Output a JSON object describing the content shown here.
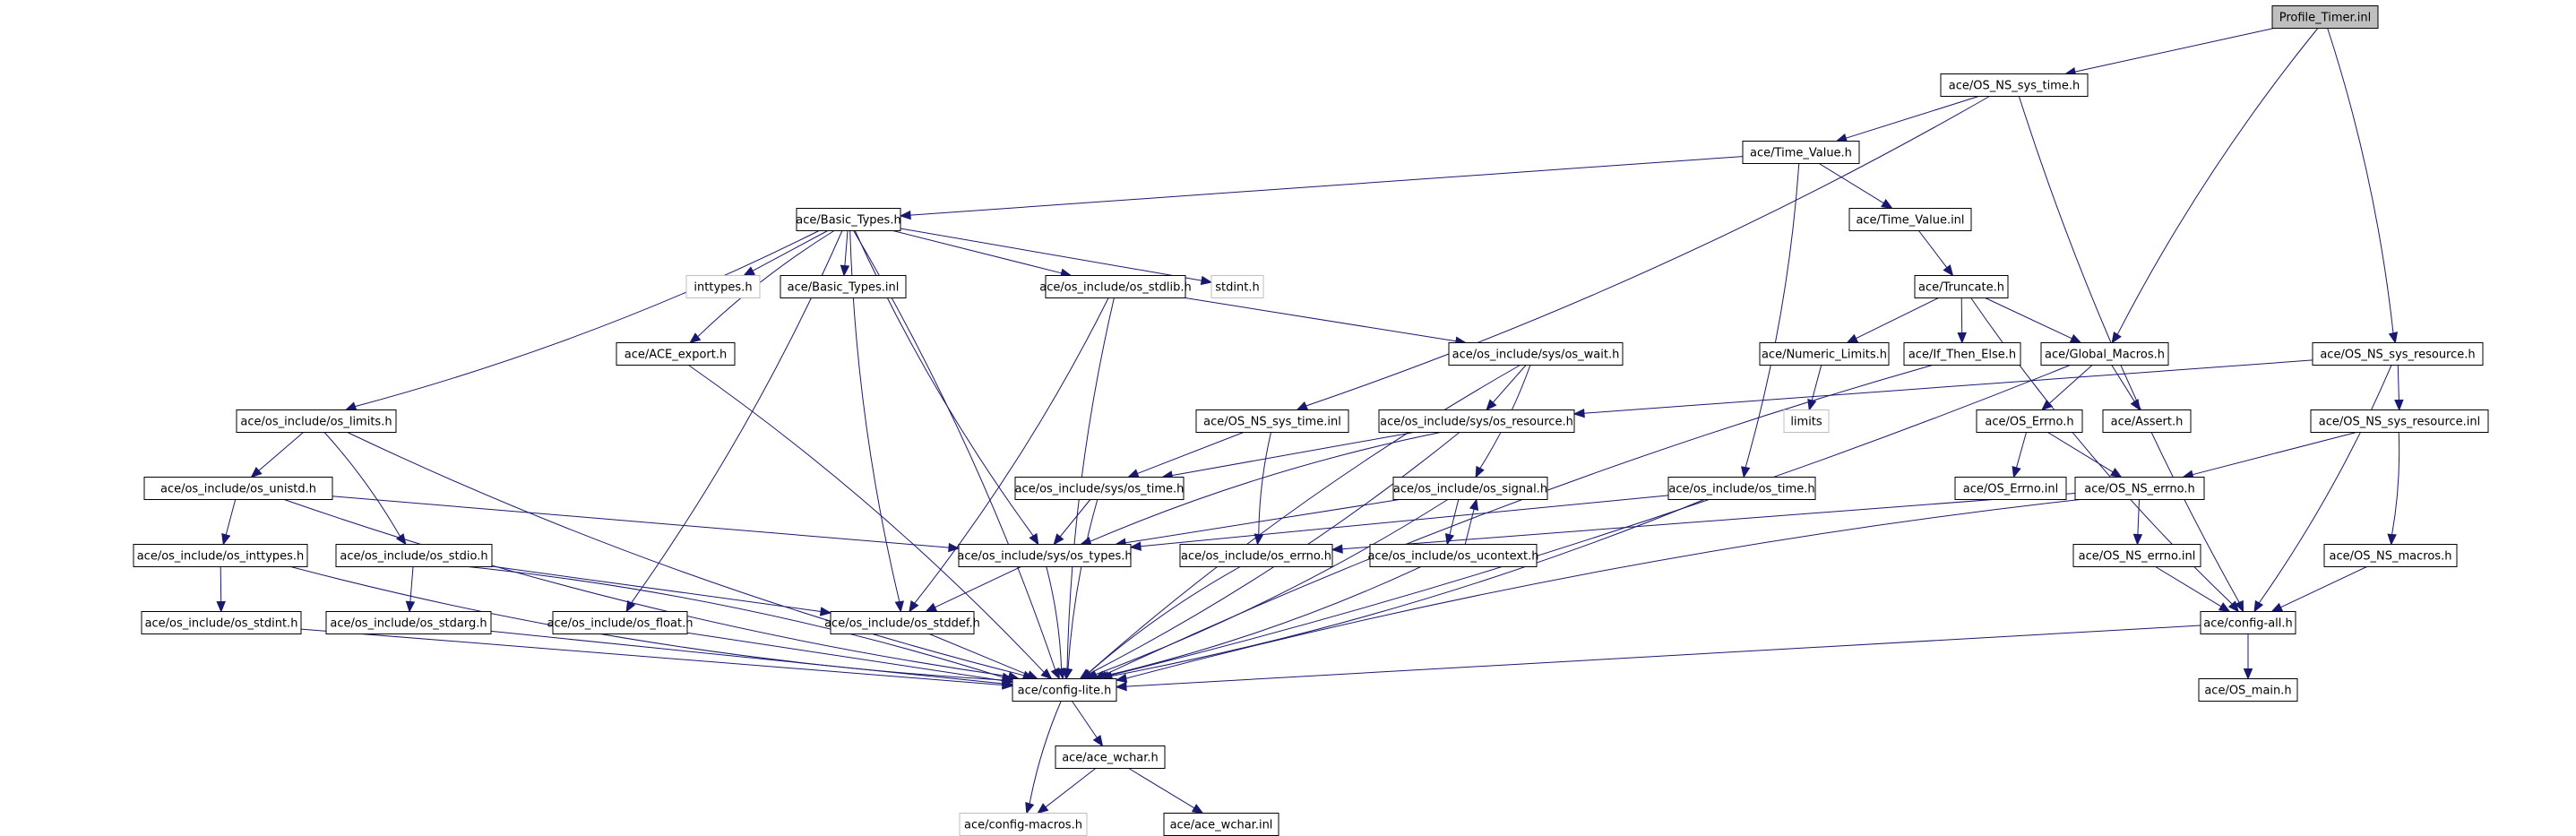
{
  "title": "Profile_Timer.inl include dependency graph",
  "colors": {
    "edge": "#191970",
    "root_fill": "#bfbfbf",
    "external_border": "#bfbfbf"
  },
  "nodes": [
    {
      "id": "profile_timer_inl",
      "label": "Profile_Timer.inl",
      "kind": "root"
    },
    {
      "id": "os_ns_sys_time_h",
      "label": "ace/OS_NS_sys_time.h"
    },
    {
      "id": "time_value_h",
      "label": "ace/Time_Value.h"
    },
    {
      "id": "basic_types_h",
      "label": "ace/Basic_Types.h"
    },
    {
      "id": "time_value_inl",
      "label": "ace/Time_Value.inl"
    },
    {
      "id": "inttypes_h",
      "label": "inttypes.h",
      "kind": "external"
    },
    {
      "id": "basic_types_inl",
      "label": "ace/Basic_Types.inl"
    },
    {
      "id": "os_stdlib_h",
      "label": "ace/os_include/os_stdlib.h"
    },
    {
      "id": "stdint_h",
      "label": "stdint.h",
      "kind": "external"
    },
    {
      "id": "truncate_h",
      "label": "ace/Truncate.h"
    },
    {
      "id": "ace_export_h",
      "label": "ace/ACE_export.h"
    },
    {
      "id": "os_wait_h",
      "label": "ace/os_include/sys/os_wait.h"
    },
    {
      "id": "numeric_limits_h",
      "label": "ace/Numeric_Limits.h"
    },
    {
      "id": "if_then_else_h",
      "label": "ace/If_Then_Else.h"
    },
    {
      "id": "global_macros_h",
      "label": "ace/Global_Macros.h"
    },
    {
      "id": "os_ns_sys_resource_h",
      "label": "ace/OS_NS_sys_resource.h"
    },
    {
      "id": "os_limits_h",
      "label": "ace/os_include/os_limits.h"
    },
    {
      "id": "os_ns_sys_time_inl",
      "label": "ace/OS_NS_sys_time.inl"
    },
    {
      "id": "os_resource_h",
      "label": "ace/os_include/sys/os_resource.h"
    },
    {
      "id": "limits",
      "label": "limits",
      "kind": "external"
    },
    {
      "id": "os_errno_h",
      "label": "ace/OS_Errno.h"
    },
    {
      "id": "assert_h",
      "label": "ace/Assert.h"
    },
    {
      "id": "os_ns_sys_resource_inl",
      "label": "ace/OS_NS_sys_resource.inl"
    },
    {
      "id": "os_unistd_h",
      "label": "ace/os_include/os_unistd.h"
    },
    {
      "id": "sys_os_time_h",
      "label": "ace/os_include/sys/os_time.h"
    },
    {
      "id": "os_signal_h",
      "label": "ace/os_include/os_signal.h"
    },
    {
      "id": "os_time_h",
      "label": "ace/os_include/os_time.h"
    },
    {
      "id": "os_errno_inl",
      "label": "ace/OS_Errno.inl"
    },
    {
      "id": "os_ns_errno_h",
      "label": "ace/OS_NS_errno.h"
    },
    {
      "id": "os_inttypes_h",
      "label": "ace/os_include/os_inttypes.h"
    },
    {
      "id": "os_stdio_h",
      "label": "ace/os_include/os_stdio.h"
    },
    {
      "id": "os_types_h",
      "label": "ace/os_include/sys/os_types.h"
    },
    {
      "id": "os_include_errno_h",
      "label": "ace/os_include/os_errno.h"
    },
    {
      "id": "os_ucontext_h",
      "label": "ace/os_include/os_ucontext.h"
    },
    {
      "id": "os_ns_errno_inl",
      "label": "ace/OS_NS_errno.inl"
    },
    {
      "id": "os_ns_macros_h",
      "label": "ace/OS_NS_macros.h"
    },
    {
      "id": "os_stdint_h",
      "label": "ace/os_include/os_stdint.h"
    },
    {
      "id": "os_stdarg_h",
      "label": "ace/os_include/os_stdarg.h"
    },
    {
      "id": "os_float_h",
      "label": "ace/os_include/os_float.h"
    },
    {
      "id": "os_stddef_h",
      "label": "ace/os_include/os_stddef.h"
    },
    {
      "id": "config_all_h",
      "label": "ace/config-all.h"
    },
    {
      "id": "config_lite_h",
      "label": "ace/config-lite.h"
    },
    {
      "id": "os_main_h",
      "label": "ace/OS_main.h"
    },
    {
      "id": "ace_wchar_h",
      "label": "ace/ace_wchar.h"
    },
    {
      "id": "config_macros_h",
      "label": "ace/config-macros.h",
      "kind": "external"
    },
    {
      "id": "ace_wchar_inl",
      "label": "ace/ace_wchar.inl"
    }
  ],
  "edges": [
    [
      "profile_timer_inl",
      "os_ns_sys_time_h"
    ],
    [
      "profile_timer_inl",
      "global_macros_h"
    ],
    [
      "profile_timer_inl",
      "os_ns_sys_resource_h"
    ],
    [
      "os_ns_sys_time_h",
      "time_value_h"
    ],
    [
      "os_ns_sys_time_h",
      "os_ns_sys_time_inl"
    ],
    [
      "os_ns_sys_time_h",
      "config_all_h"
    ],
    [
      "time_value_h",
      "basic_types_h"
    ],
    [
      "time_value_h",
      "time_value_inl"
    ],
    [
      "time_value_h",
      "os_time_h"
    ],
    [
      "basic_types_h",
      "inttypes_h"
    ],
    [
      "basic_types_h",
      "basic_types_inl"
    ],
    [
      "basic_types_h",
      "os_stdlib_h"
    ],
    [
      "basic_types_h",
      "stdint_h"
    ],
    [
      "basic_types_h",
      "ace_export_h"
    ],
    [
      "basic_types_h",
      "os_limits_h"
    ],
    [
      "basic_types_h",
      "os_types_h"
    ],
    [
      "basic_types_h",
      "os_float_h"
    ],
    [
      "basic_types_h",
      "os_stddef_h"
    ],
    [
      "basic_types_h",
      "config_lite_h"
    ],
    [
      "time_value_inl",
      "truncate_h"
    ],
    [
      "truncate_h",
      "numeric_limits_h"
    ],
    [
      "truncate_h",
      "if_then_else_h"
    ],
    [
      "truncate_h",
      "global_macros_h"
    ],
    [
      "truncate_h",
      "config_all_h"
    ],
    [
      "numeric_limits_h",
      "limits"
    ],
    [
      "if_then_else_h",
      "config_lite_h"
    ],
    [
      "global_macros_h",
      "os_errno_h"
    ],
    [
      "global_macros_h",
      "assert_h"
    ],
    [
      "global_macros_h",
      "config_lite_h"
    ],
    [
      "os_stdlib_h",
      "os_wait_h"
    ],
    [
      "os_stdlib_h",
      "os_stddef_h"
    ],
    [
      "os_stdlib_h",
      "config_lite_h"
    ],
    [
      "ace_export_h",
      "config_lite_h"
    ],
    [
      "os_wait_h",
      "os_resource_h"
    ],
    [
      "os_wait_h",
      "os_signal_h"
    ],
    [
      "os_wait_h",
      "config_lite_h"
    ],
    [
      "os_ns_sys_resource_h",
      "os_resource_h"
    ],
    [
      "os_ns_sys_resource_h",
      "os_ns_sys_resource_inl"
    ],
    [
      "os_ns_sys_resource_h",
      "config_all_h"
    ],
    [
      "os_ns_sys_resource_inl",
      "os_ns_errno_h"
    ],
    [
      "os_ns_sys_resource_inl",
      "os_ns_macros_h"
    ],
    [
      "os_limits_h",
      "os_unistd_h"
    ],
    [
      "os_limits_h",
      "os_stdio_h"
    ],
    [
      "os_limits_h",
      "config_lite_h"
    ],
    [
      "os_ns_sys_time_inl",
      "sys_os_time_h"
    ],
    [
      "os_ns_sys_time_inl",
      "os_include_errno_h"
    ],
    [
      "os_resource_h",
      "sys_os_time_h"
    ],
    [
      "os_resource_h",
      "os_types_h"
    ],
    [
      "os_resource_h",
      "config_lite_h"
    ],
    [
      "os_errno_h",
      "os_errno_inl"
    ],
    [
      "os_errno_h",
      "os_ns_errno_h"
    ],
    [
      "os_unistd_h",
      "os_inttypes_h"
    ],
    [
      "os_unistd_h",
      "os_types_h"
    ],
    [
      "os_unistd_h",
      "config_lite_h"
    ],
    [
      "sys_os_time_h",
      "os_types_h"
    ],
    [
      "sys_os_time_h",
      "config_lite_h"
    ],
    [
      "os_signal_h",
      "os_ucontext_h"
    ],
    [
      "os_signal_h",
      "os_types_h"
    ],
    [
      "os_signal_h",
      "config_lite_h"
    ],
    [
      "os_ucontext_h",
      "os_signal_h"
    ],
    [
      "os_ucontext_h",
      "config_lite_h"
    ],
    [
      "os_time_h",
      "os_types_h"
    ],
    [
      "os_time_h",
      "config_lite_h"
    ],
    [
      "os_ns_errno_h",
      "os_include_errno_h"
    ],
    [
      "os_ns_errno_h",
      "os_ns_errno_inl"
    ],
    [
      "os_ns_errno_h",
      "config_lite_h"
    ],
    [
      "os_inttypes_h",
      "os_stdint_h"
    ],
    [
      "os_inttypes_h",
      "config_lite_h"
    ],
    [
      "os_stdio_h",
      "os_stdarg_h"
    ],
    [
      "os_stdio_h",
      "os_stddef_h"
    ],
    [
      "os_stdio_h",
      "config_lite_h"
    ],
    [
      "os_types_h",
      "os_stddef_h"
    ],
    [
      "os_types_h",
      "config_lite_h"
    ],
    [
      "os_include_errno_h",
      "config_lite_h"
    ],
    [
      "os_ns_errno_inl",
      "config_all_h"
    ],
    [
      "os_ns_macros_h",
      "config_all_h"
    ],
    [
      "os_stdint_h",
      "config_lite_h"
    ],
    [
      "os_stdarg_h",
      "config_lite_h"
    ],
    [
      "os_float_h",
      "config_lite_h"
    ],
    [
      "os_stddef_h",
      "config_lite_h"
    ],
    [
      "config_all_h",
      "config_lite_h"
    ],
    [
      "config_all_h",
      "os_main_h"
    ],
    [
      "config_lite_h",
      "ace_wchar_h"
    ],
    [
      "config_lite_h",
      "config_macros_h"
    ],
    [
      "ace_wchar_h",
      "config_macros_h"
    ],
    [
      "ace_wchar_h",
      "ace_wchar_inl"
    ]
  ]
}
